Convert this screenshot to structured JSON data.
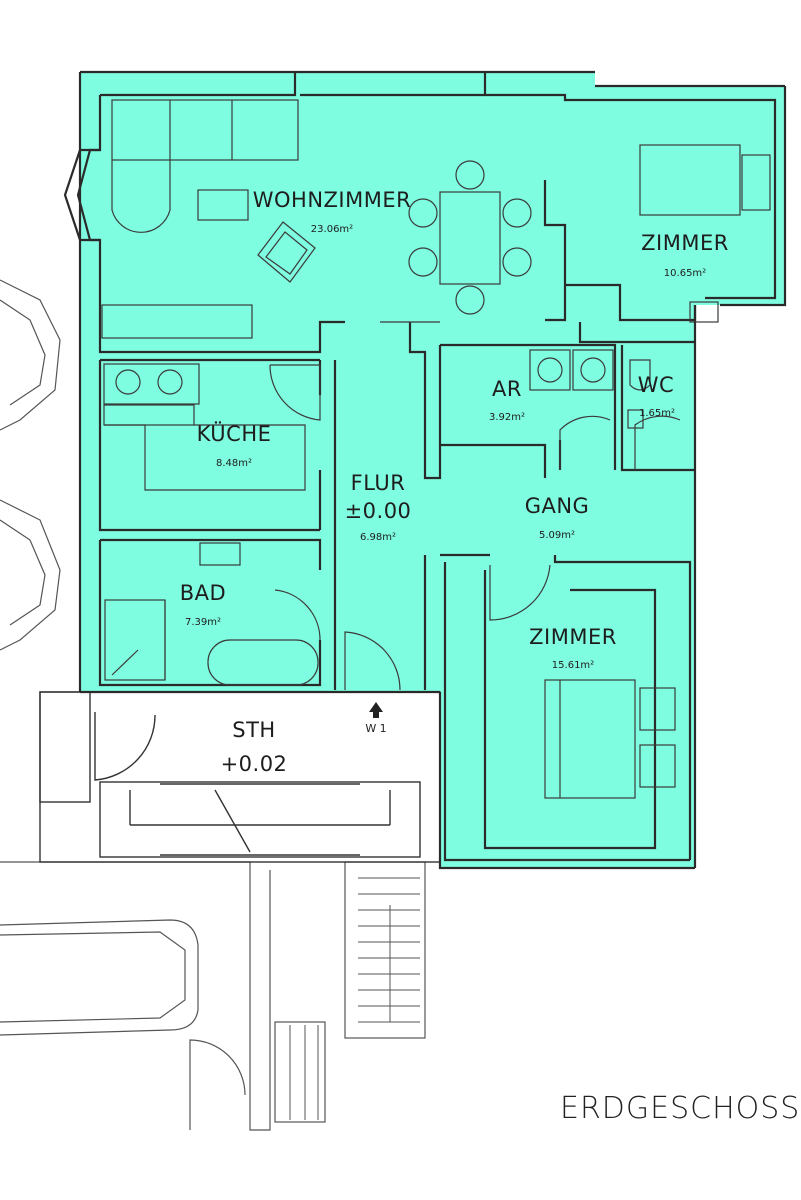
{
  "floor_label": "ERDGESCHOSS",
  "window_tag": "W 1",
  "colors": {
    "fill": "#7ffde0",
    "line": "#2a2a2a",
    "bg": "#ffffff"
  },
  "rooms": {
    "wohnzimmer": {
      "name": "WOHNZIMMER",
      "area": "23.06m²"
    },
    "zimmer_ne": {
      "name": "ZIMMER",
      "area": "10.65m²"
    },
    "kueche": {
      "name": "KÜCHE",
      "area": "8.48m²"
    },
    "ar": {
      "name": "AR",
      "area": "3.92m²"
    },
    "wc": {
      "name": "WC",
      "area": "1.65m²"
    },
    "flur": {
      "name": "FLUR",
      "level": "±0.00",
      "area": "6.98m²"
    },
    "gang": {
      "name": "GANG",
      "area": "5.09m²"
    },
    "bad": {
      "name": "BAD",
      "area": "7.39m²"
    },
    "zimmer_se": {
      "name": "ZIMMER",
      "area": "15.61m²"
    },
    "sth": {
      "name": "STH",
      "level": "+0.02"
    }
  }
}
